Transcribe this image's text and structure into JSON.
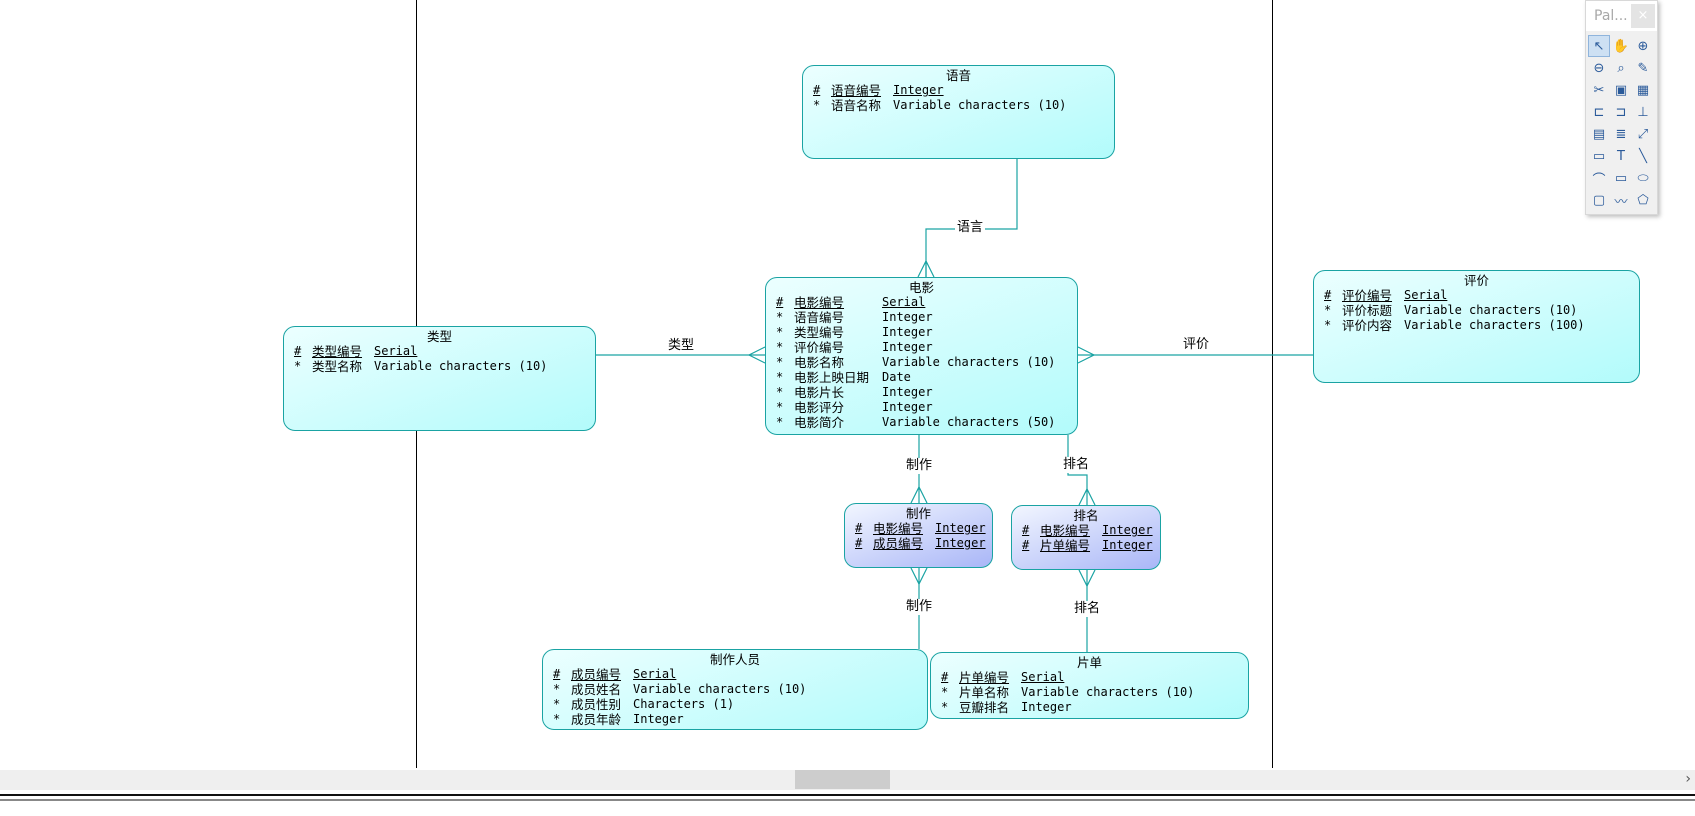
{
  "palette": {
    "title": "Pal...",
    "close_label": "×",
    "tools": [
      {
        "name": "pointer-tool",
        "glyph": "↖",
        "active": true
      },
      {
        "name": "hand-tool",
        "glyph": "✋"
      },
      {
        "name": "zoom-in-tool",
        "glyph": "⊕"
      },
      {
        "name": "zoom-out-tool",
        "glyph": "⊖"
      },
      {
        "name": "zoom-fit-tool",
        "glyph": "⌕"
      },
      {
        "name": "properties-tool",
        "glyph": "✎"
      },
      {
        "name": "cut-tool",
        "glyph": "✂"
      },
      {
        "name": "package-tool",
        "glyph": "▣"
      },
      {
        "name": "entity-tool",
        "glyph": "▦"
      },
      {
        "name": "relationship-tool",
        "glyph": "⊏"
      },
      {
        "name": "association-tool",
        "glyph": "⊐"
      },
      {
        "name": "inheritance-tool",
        "glyph": "⊥"
      },
      {
        "name": "file-tool",
        "glyph": "▤"
      },
      {
        "name": "note-tool",
        "glyph": "≣"
      },
      {
        "name": "link-tool",
        "glyph": "⤢"
      },
      {
        "name": "title-tool",
        "glyph": "▭"
      },
      {
        "name": "text-tool",
        "glyph": "T"
      },
      {
        "name": "line-tool",
        "glyph": "╲"
      },
      {
        "name": "arc-tool",
        "glyph": "⌒"
      },
      {
        "name": "rectangle-tool",
        "glyph": "▭"
      },
      {
        "name": "ellipse-tool",
        "glyph": "⬭"
      },
      {
        "name": "rounded-rectangle-tool",
        "glyph": "▢"
      },
      {
        "name": "polyline-tool",
        "glyph": "〰"
      },
      {
        "name": "polygon-tool",
        "glyph": "⬠"
      }
    ]
  },
  "entities": {
    "language": {
      "title": "语音",
      "attrs": [
        {
          "mark": "#",
          "name": "语音编号",
          "type": "Integer",
          "pk": true
        },
        {
          "mark": "*",
          "name": "语音名称",
          "type": "Variable characters (10)"
        }
      ]
    },
    "movie": {
      "title": "电影",
      "attrs": [
        {
          "mark": "#",
          "name": "电影编号",
          "type": "Serial",
          "pk": true
        },
        {
          "mark": "*",
          "name": "语音编号",
          "type": "Integer"
        },
        {
          "mark": "*",
          "name": "类型编号",
          "type": "Integer"
        },
        {
          "mark": "*",
          "name": "评价编号",
          "type": "Integer"
        },
        {
          "mark": "*",
          "name": "电影名称",
          "type": "Variable characters (10)"
        },
        {
          "mark": "*",
          "name": "电影上映日期",
          "type": "Date"
        },
        {
          "mark": "*",
          "name": "电影片长",
          "type": "Integer"
        },
        {
          "mark": "*",
          "name": "电影评分",
          "type": "Integer"
        },
        {
          "mark": "*",
          "name": "电影简介",
          "type": "Variable characters (50)"
        }
      ]
    },
    "genre": {
      "title": "类型",
      "attrs": [
        {
          "mark": "#",
          "name": "类型编号",
          "type": "Serial",
          "pk": true
        },
        {
          "mark": "*",
          "name": "类型名称",
          "type": "Variable characters (10)"
        }
      ]
    },
    "review": {
      "title": "评价",
      "attrs": [
        {
          "mark": "#",
          "name": "评价编号",
          "type": "Serial",
          "pk": true
        },
        {
          "mark": "*",
          "name": "评价标题",
          "type": "Variable characters (10)"
        },
        {
          "mark": "*",
          "name": "评价内容",
          "type": "Variable characters (100)"
        }
      ]
    },
    "production": {
      "title": "制作",
      "attrs": [
        {
          "mark": "#",
          "name": "电影编号",
          "type": "Integer",
          "pk": true
        },
        {
          "mark": "#",
          "name": "成员编号",
          "type": "Integer",
          "pk": true
        }
      ]
    },
    "ranking": {
      "title": "排名",
      "attrs": [
        {
          "mark": "#",
          "name": "电影编号",
          "type": "Integer",
          "pk": true
        },
        {
          "mark": "#",
          "name": "片单编号",
          "type": "Integer",
          "pk": true
        }
      ]
    },
    "crew": {
      "title": "制作人员",
      "attrs": [
        {
          "mark": "#",
          "name": "成员编号",
          "type": "Serial",
          "pk": true
        },
        {
          "mark": "*",
          "name": "成员姓名",
          "type": "Variable characters (10)"
        },
        {
          "mark": "*",
          "name": "成员性别",
          "type": "Characters (1)"
        },
        {
          "mark": "*",
          "name": "成员年龄",
          "type": "Integer"
        }
      ]
    },
    "playlist": {
      "title": "片单",
      "attrs": [
        {
          "mark": "#",
          "name": "片单编号",
          "type": "Serial",
          "pk": true
        },
        {
          "mark": "*",
          "name": "片单名称",
          "type": "Variable characters (10)"
        },
        {
          "mark": "*",
          "name": "豆瓣排名",
          "type": "Integer"
        }
      ]
    }
  },
  "relationships": {
    "language": "语言",
    "genre": "类型",
    "review": "评价",
    "production_top": "制作",
    "production_bottom": "制作",
    "ranking_top": "排名",
    "ranking_bottom": "排名"
  },
  "scrollbar": {
    "arrow": "›"
  },
  "colors": {
    "link": "#1aa3a3",
    "entity_border": "#1aa3a3"
  }
}
